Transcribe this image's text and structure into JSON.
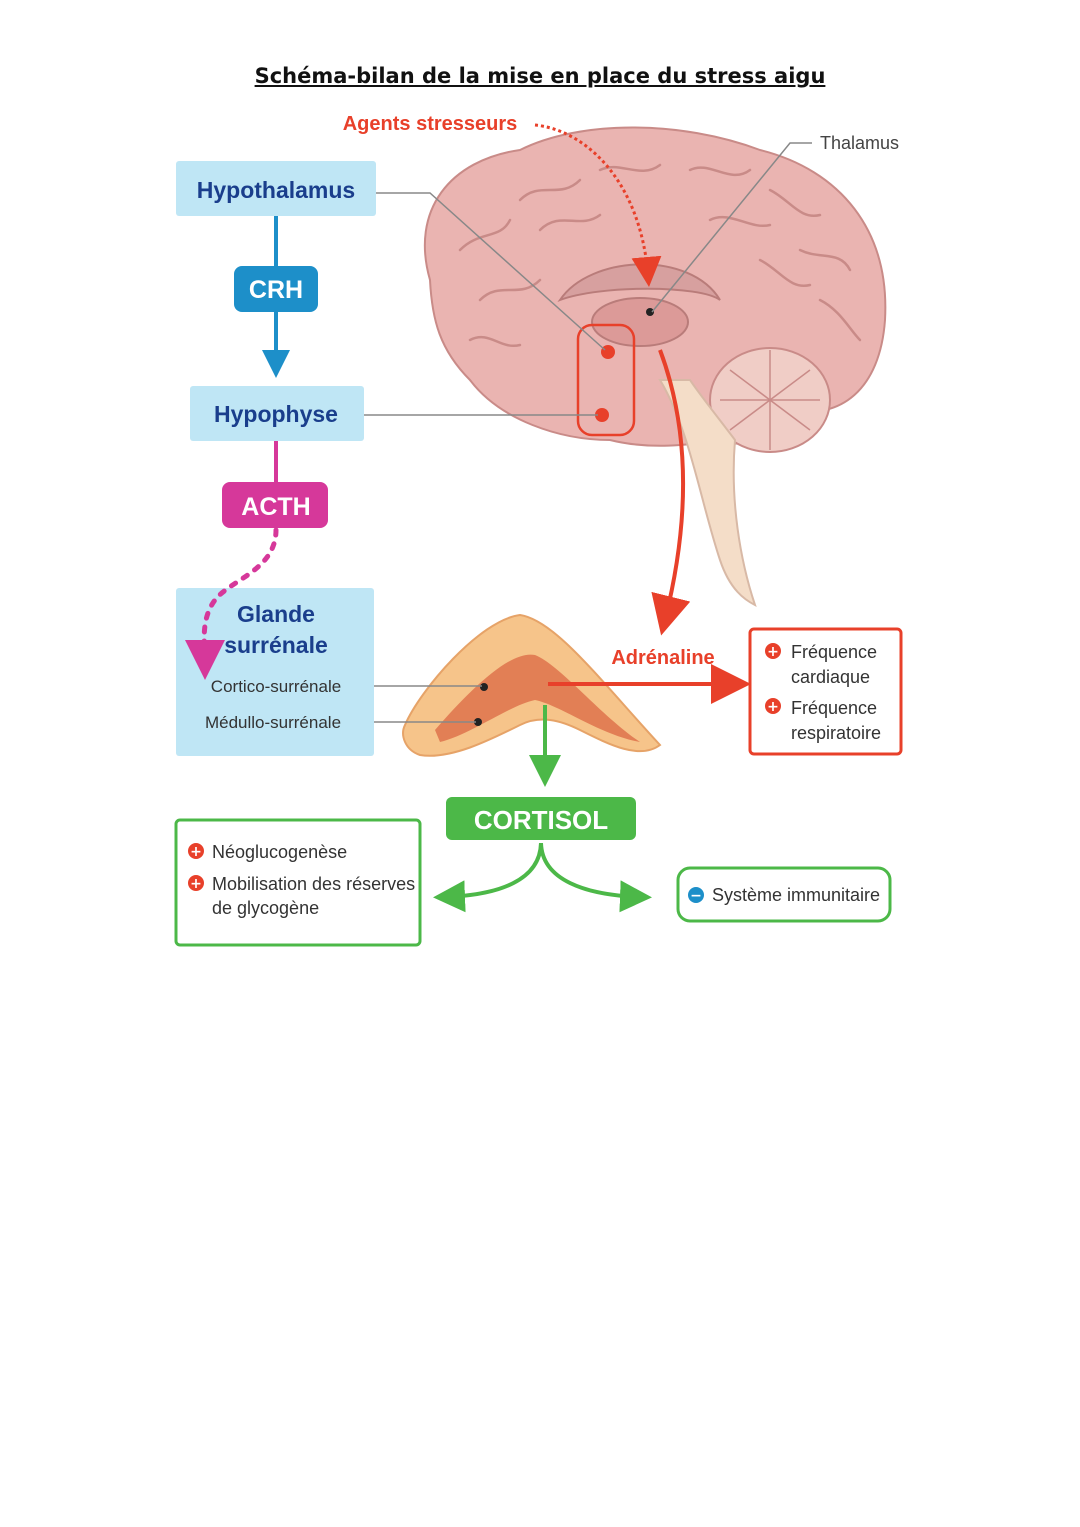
{
  "title": "Schéma-bilan de la mise en place du stress aigu",
  "labels": {
    "agents": "Agents stresseurs",
    "thalamus": "Thalamus",
    "hypothalamus": "Hypothalamus",
    "crh": "CRH",
    "hypophyse": "Hypophyse",
    "acth": "ACTH",
    "glande_line1": "Glande",
    "glande_line2": "surrénale",
    "cortico": "Cortico-surrénale",
    "medullo": "Médullo-surrénale",
    "adrenaline": "Adrénaline",
    "cortisol": "CORTISOL"
  },
  "effects": {
    "frequence": [
      {
        "sign": "+",
        "line1": "Fréquence",
        "line2": "cardiaque"
      },
      {
        "sign": "+",
        "line1": "Fréquence",
        "line2": "respiratoire"
      }
    ],
    "glucose": [
      {
        "sign": "+",
        "line1": "Néoglucogenèse",
        "line2": ""
      },
      {
        "sign": "+",
        "line1": "Mobilisation des réserves",
        "line2": "de glycogène"
      }
    ],
    "immune": {
      "sign": "−",
      "label": "Système immunitaire"
    }
  },
  "colors": {
    "blue": "#1d8fc9",
    "blue_text": "#1a3e8c",
    "light_blue": "#bfe6f5",
    "magenta": "#d6389a",
    "red": "#e8402a",
    "green": "#4cb848",
    "brain": "#e9b3b0",
    "adrenal_outer": "#f6c48a",
    "adrenal_inner": "#e27f55"
  }
}
